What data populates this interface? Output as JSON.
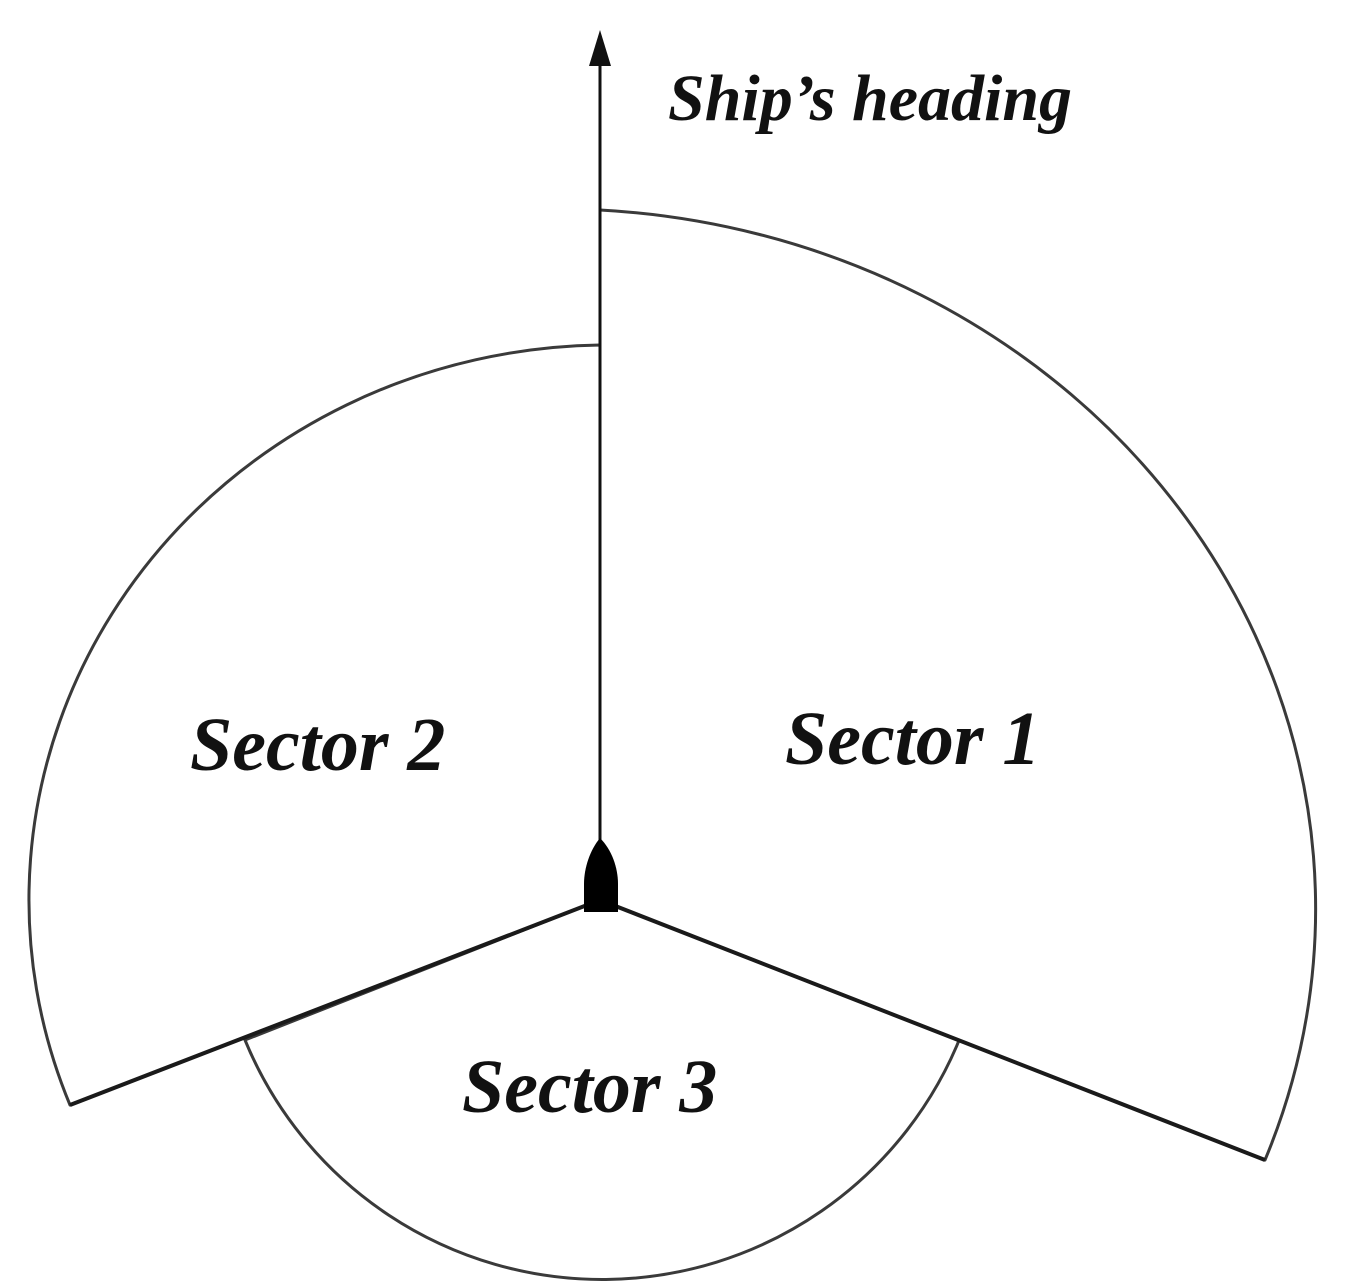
{
  "diagram": {
    "heading_label": "Ship’s heading",
    "sectors": [
      {
        "id": "sector-1",
        "label": "Sector 1"
      },
      {
        "id": "sector-2",
        "label": "Sector 2"
      },
      {
        "id": "sector-3",
        "label": "Sector 3"
      }
    ]
  }
}
